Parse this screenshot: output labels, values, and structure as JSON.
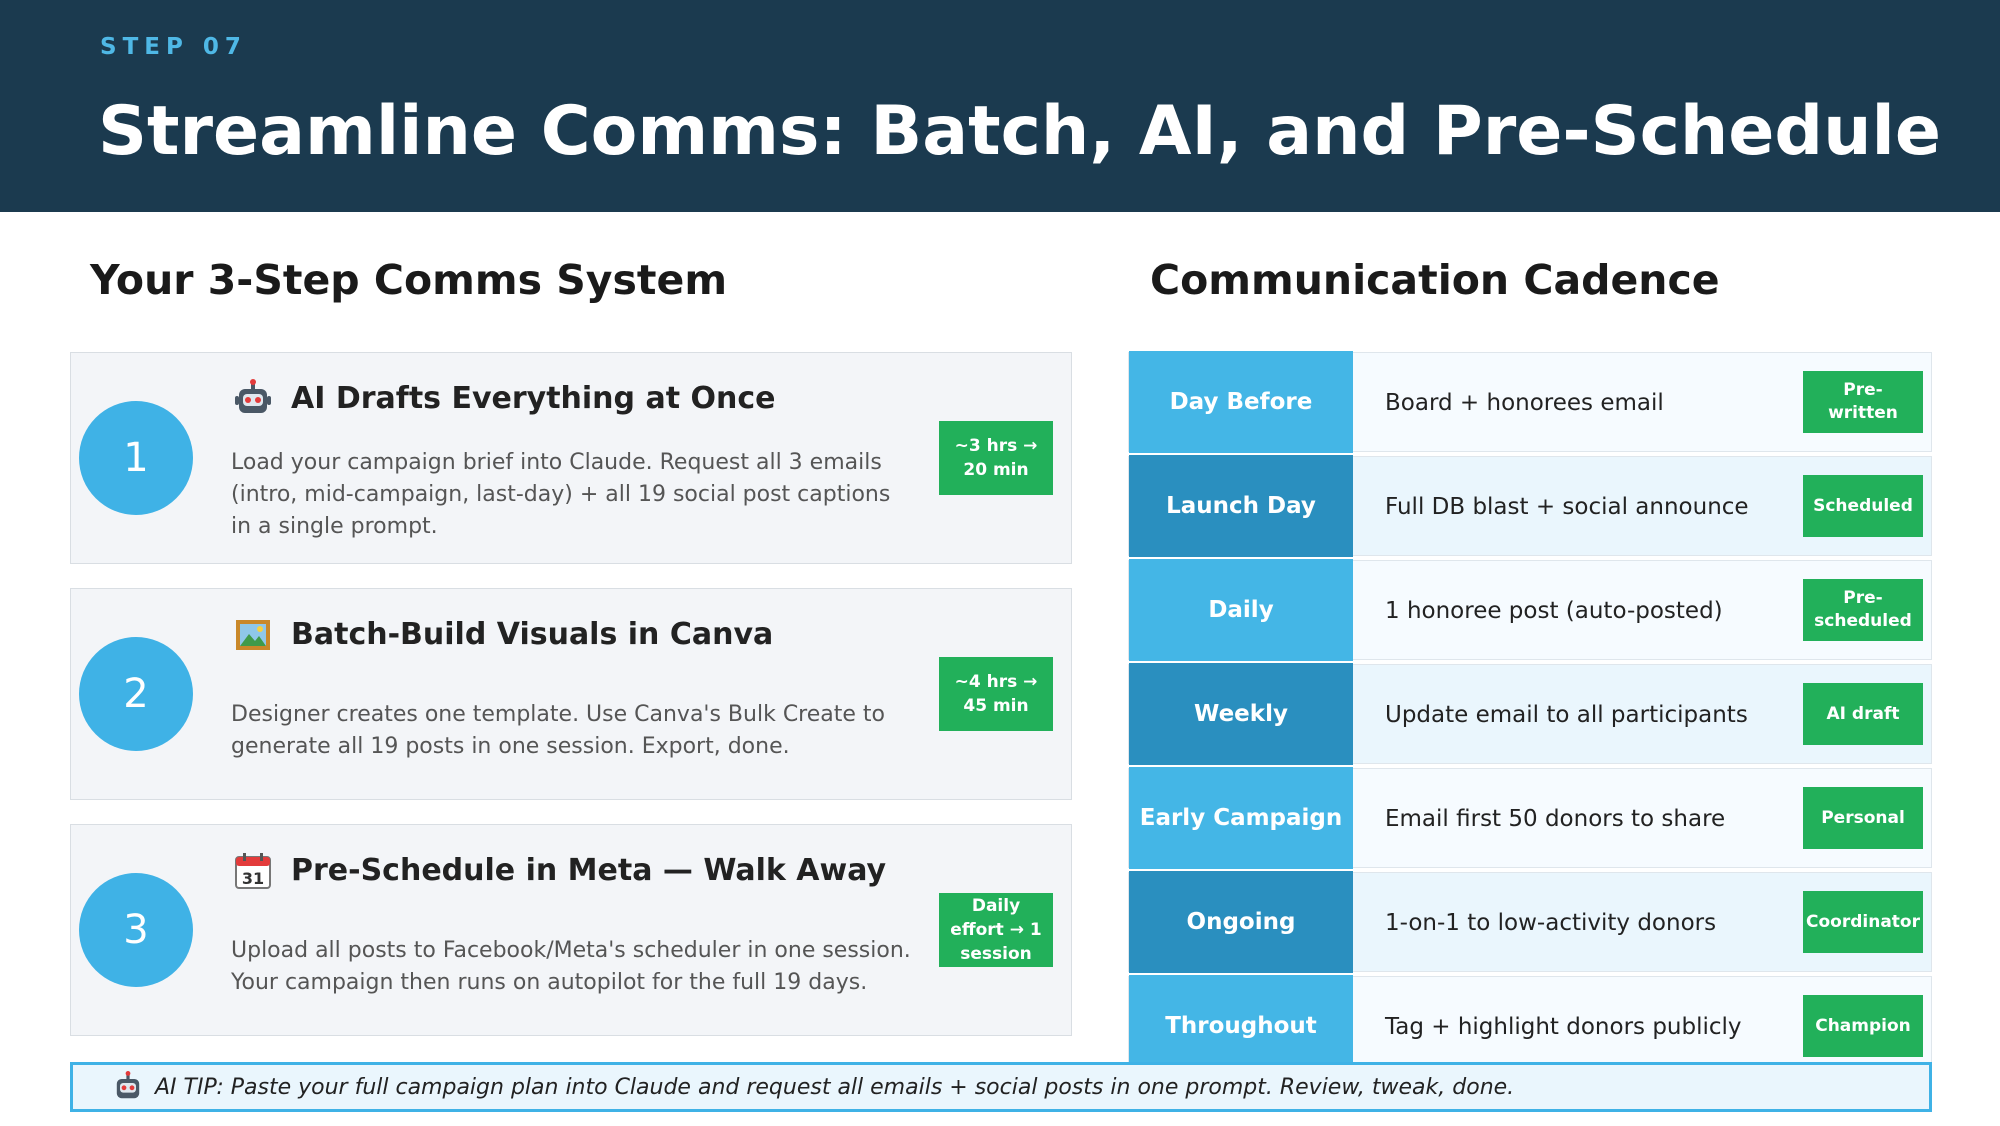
{
  "header": {
    "step_label": "STEP 07",
    "title": "Streamline Comms: Batch, AI, and Pre-Schedule"
  },
  "left_section": {
    "title": "Your 3-Step Comms System",
    "steps": [
      {
        "number": "1",
        "icon": "robot-icon",
        "heading": "AI Drafts Everything at Once",
        "description": "Load your campaign brief into Claude. Request all 3 emails (intro, mid-campaign, last-day) + all 19 social post captions in a single prompt.",
        "badge": "~3 hrs → 20 min"
      },
      {
        "number": "2",
        "icon": "picture-icon",
        "heading": "Batch-Build Visuals in Canva",
        "description": "Designer creates one template. Use Canva's Bulk Create to generate all 19 posts in one session. Export, done.",
        "badge": "~4 hrs → 45 min"
      },
      {
        "number": "3",
        "icon": "calendar-icon",
        "heading": "Pre-Schedule in Meta — Walk Away",
        "description": "Upload all posts to Facebook/Meta's scheduler in one session. Your campaign then runs on autopilot for the full 19 days.",
        "badge": "Daily effort → 1 session",
        "calendar_day": "31"
      }
    ]
  },
  "right_section": {
    "title": "Communication Cadence",
    "rows": [
      {
        "label": "Day Before",
        "text": "Board + honorees email",
        "badge": "Pre-written"
      },
      {
        "label": "Launch Day",
        "text": "Full DB blast + social announce",
        "badge": "Scheduled"
      },
      {
        "label": "Daily",
        "text": "1 honoree post (auto-posted)",
        "badge": "Pre-scheduled"
      },
      {
        "label": "Weekly",
        "text": "Update email to all participants",
        "badge": "AI draft"
      },
      {
        "label": "Early Campaign",
        "text": "Email first 50 donors to share",
        "badge": "Personal"
      },
      {
        "label": "Ongoing",
        "text": "1-on-1 to low-activity donors",
        "badge": "Coordinator"
      },
      {
        "label": "Throughout",
        "text": "Tag + highlight donors publicly",
        "badge": "Champion"
      }
    ]
  },
  "tip": {
    "icon": "robot-icon",
    "text": "AI TIP: Paste your full campaign plan into Claude and request all emails + social posts in one prompt. Review, tweak, done."
  },
  "colors": {
    "header_bg": "#1b3a4f",
    "accent_blue": "#3fb2e6",
    "accent_dark_blue": "#2a8fbf",
    "badge_green": "#22b05a"
  }
}
